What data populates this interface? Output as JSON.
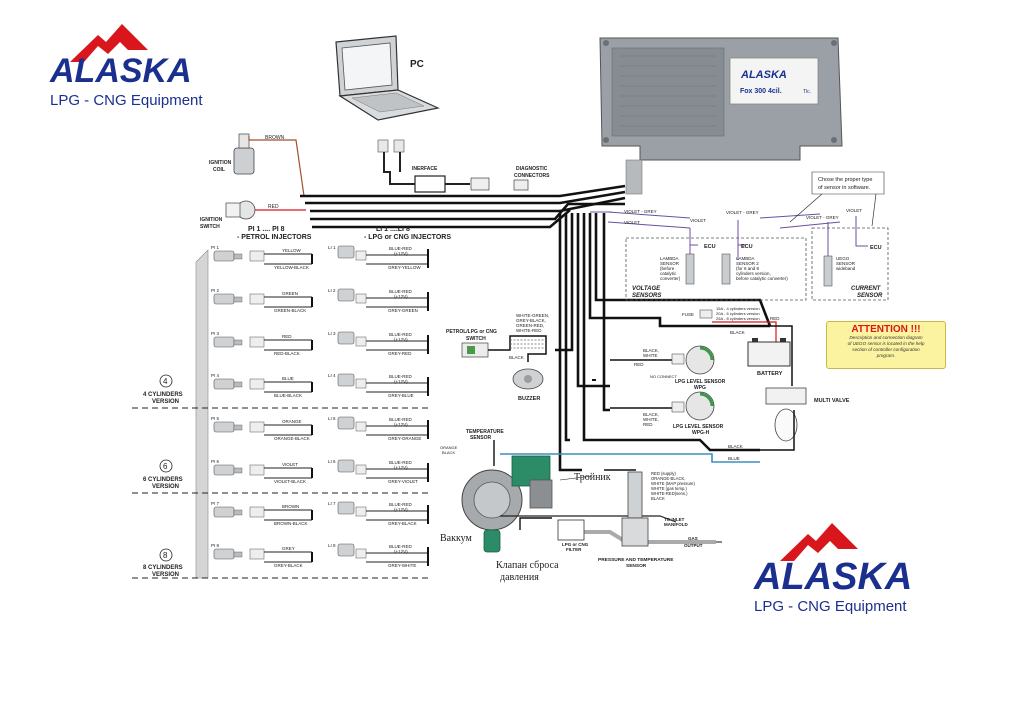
{
  "logo": {
    "brand": "ALASKA",
    "tagline": "LPG - CNG Equipment",
    "brand_color": "#1b2f8f",
    "mountain_color": "#d8161b"
  },
  "ecu": {
    "brand": "ALASKA",
    "model": "Fox 300  4cil.",
    "marking": "Tlc."
  },
  "pc": {
    "label": "PC",
    "interface": "INERFACE",
    "diag": [
      "DIAGNOSTIC",
      "CONNECTORS"
    ]
  },
  "ignition": {
    "coil": [
      "IGNITION",
      "COIL"
    ],
    "coil_wire": "BROWN",
    "switch": [
      "IGNITION",
      "SWITCH"
    ],
    "switch_wire": "RED"
  },
  "petrol_header": [
    "PI 1 .... PI 8",
    "- PETROL INJECTORS"
  ],
  "lpg_header": [
    "LI 1 ....LI 8",
    "- LPG or CNG INJECTORS"
  ],
  "cyl_versions": [
    {
      "num": "4",
      "label": [
        "4 CYLINDERS",
        "VERSION"
      ]
    },
    {
      "num": "6",
      "label": [
        "6 CYLINDERS",
        "VERSION"
      ]
    },
    {
      "num": "8",
      "label": [
        "8 CYLINDERS",
        "VERSION"
      ]
    }
  ],
  "petrol_injectors": [
    {
      "id": "PI 1",
      "w1": "YELLOW",
      "w2": "YELLOW-BLACK"
    },
    {
      "id": "PI 2",
      "w1": "GREEN",
      "w2": "GREEN-BLACK"
    },
    {
      "id": "PI 3",
      "w1": "RED",
      "w2": "RED-BLACK"
    },
    {
      "id": "PI 4",
      "w1": "BLUE",
      "w2": "BLUE-BLACK"
    },
    {
      "id": "PI 5",
      "w1": "ORANGE",
      "w2": "ORANGE-BLACK"
    },
    {
      "id": "PI 6",
      "w1": "VIOLET",
      "w2": "VIOLET-BLACK"
    },
    {
      "id": "PI 7",
      "w1": "BROWN",
      "w2": "BROWN-BLACK"
    },
    {
      "id": "PI 8",
      "w1": "GREY",
      "w2": "GREY-BLACK"
    }
  ],
  "lpg_injectors": [
    {
      "id": "LI 1",
      "w1": "BLUE-RED",
      "v": "(+12V)",
      "w2": "GREY-YELLOW"
    },
    {
      "id": "LI 2",
      "w1": "BLUE-RED",
      "v": "(+12V)",
      "w2": "GREY-GREEN"
    },
    {
      "id": "LI 3",
      "w1": "BLUE-RED",
      "v": "(+12V)",
      "w2": "GREY-RED"
    },
    {
      "id": "LI 4",
      "w1": "BLUE-RED",
      "v": "(+12V)",
      "w2": "GREY-BLUE"
    },
    {
      "id": "LI 5",
      "w1": "BLUE-RED",
      "v": "(+12V)",
      "w2": "GREY-ORANGE"
    },
    {
      "id": "LI 6",
      "w1": "BLUE-RED",
      "v": "(+12V)",
      "w2": "GREY-VIOLET"
    },
    {
      "id": "LI 7",
      "w1": "BLUE-RED",
      "v": "(+12V)",
      "w2": "GREY-BLACK"
    },
    {
      "id": "LI 8",
      "w1": "BLUE-RED",
      "v": "(+12V)",
      "w2": "GREY-WHITE"
    }
  ],
  "switch_panel": {
    "label": [
      "PETROL/LPG or CNG",
      "SWITCH"
    ],
    "wires": [
      "WHITE-GREEN,",
      "GREY-BLACK,",
      "GREEN-RED,",
      "WHITE-RED"
    ],
    "black": "BLACK",
    "buzzer": "BUZZER"
  },
  "sensors_note": [
    "Chose the proper type",
    "of sensor in software."
  ],
  "voltage": {
    "wire1": "VIOLET - GREY",
    "wire2": "VIOLET",
    "wire3": "VIOLET - GREY",
    "ecu1": "ECU",
    "ecu2": "ECU",
    "lambda1": [
      "LAMBDA",
      "SENSOR",
      "(before",
      "catalytic",
      "converter)"
    ],
    "lambda2": [
      "LAMBDA",
      "SENSOR 2",
      "(for 6 and 8",
      "cylinders version,",
      "before catalytic converter)"
    ],
    "title": [
      "VOLTAGE",
      "SENSORS"
    ]
  },
  "current": {
    "wire1": "VIOLET",
    "wire2": "VIOLET - GREY",
    "ecu": "ECU",
    "uego": [
      "UEGO",
      "SENSOR",
      "wideband"
    ],
    "title": [
      "CURRENT",
      "SENSOR"
    ]
  },
  "attention": {
    "title": "ATTENTION !!!",
    "text": [
      "Description and connection diagram",
      "of UEGO sensor is located in the help",
      "section of controller configuration",
      "program."
    ]
  },
  "battery": {
    "fuse": "FUSE",
    "fuse_notes": [
      "15A - 4 cylinders version",
      "20A - 6 cylinders version",
      "25A - 8 cylinders version"
    ],
    "red": "RED",
    "black": "BLACK",
    "label": "BATTERY"
  },
  "level_sensors": {
    "wpg_wires": [
      "BLACK,",
      "WHITE"
    ],
    "red": "RED",
    "no_connect": "NO CONNECT",
    "wpg_label": [
      "LPG LEVEL SENSOR",
      "WPG"
    ],
    "wpgh_wires": [
      "BLACK,",
      "WHITE,",
      "RED"
    ],
    "wpgh_label": [
      "LPG LEVEL SENSOR",
      "WPG-H"
    ]
  },
  "multivalve": "MULTI VALVE",
  "reducer": {
    "temp": [
      "TEMPERATURE",
      "SENSOR"
    ],
    "temp_wires": [
      "ORANGE",
      "BLACK"
    ],
    "black": "BLACK",
    "blue": "BLUE",
    "troynik": "Тройник",
    "vakkum": "Ваккум",
    "klapan": [
      "Клапан сброса",
      "давления"
    ],
    "map_wires": [
      "RED                 (supply)",
      "ORANGE-BLACK,",
      "WHITE  (MAP pressure)",
      "WHITE  (gas temp.)",
      "WHITE-RED(sens.)",
      "BLACK"
    ],
    "inlet": [
      "TO INLET",
      "MANIFOLD"
    ],
    "filter": [
      "LPG or CNG",
      "FILTER"
    ],
    "gas_out": [
      "GAS",
      "OUTPUT"
    ],
    "pts": [
      "PRESSURE AND TEMPERATURE",
      "SENSOR"
    ]
  }
}
